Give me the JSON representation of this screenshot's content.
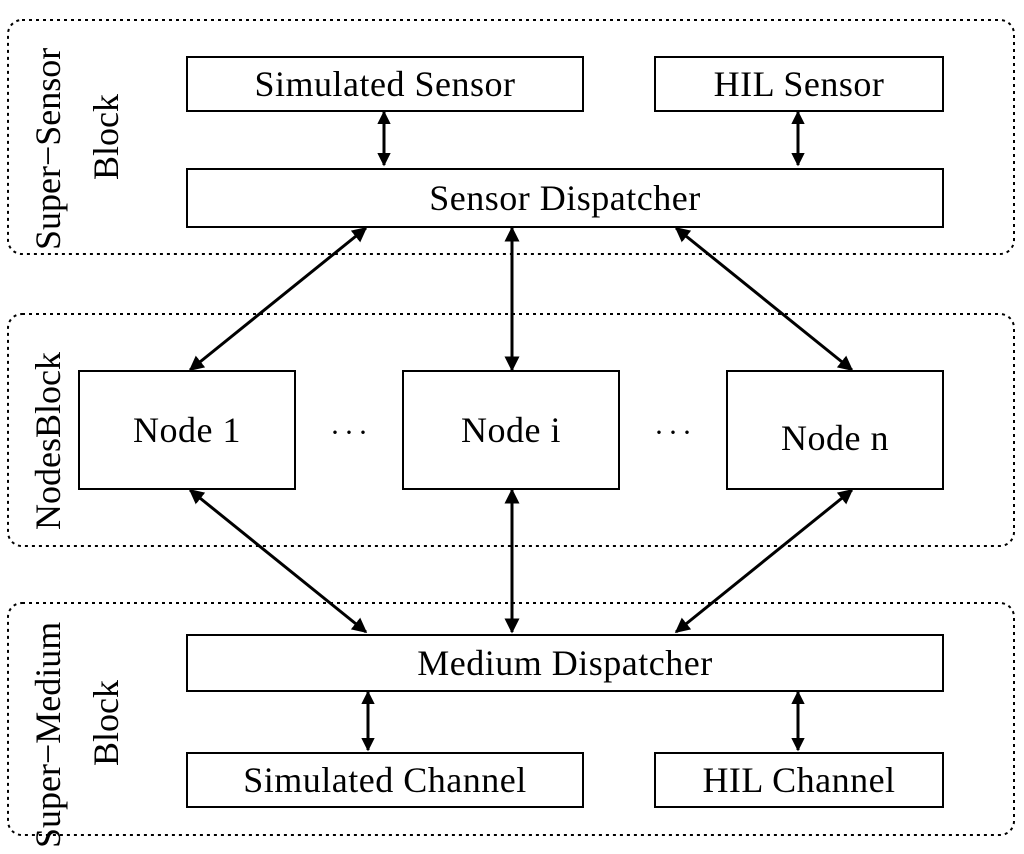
{
  "groups": {
    "super_sensor": {
      "label_line1": "Super−Sensor",
      "label_line2": "Block"
    },
    "nodes": {
      "label": "NodesBlock"
    },
    "super_medium": {
      "label_line1": "Super−Medium",
      "label_line2": "Block"
    }
  },
  "boxes": {
    "simulated_sensor": "Simulated Sensor",
    "hil_sensor": "HIL Sensor",
    "sensor_dispatcher": "Sensor Dispatcher",
    "node_1": "Node 1",
    "node_i": "Node i",
    "node_n": "Node n",
    "medium_dispatcher": "Medium Dispatcher",
    "simulated_channel": "Simulated Channel",
    "hil_channel": "HIL Channel"
  },
  "ellipses": {
    "left": "···",
    "right": "···"
  }
}
